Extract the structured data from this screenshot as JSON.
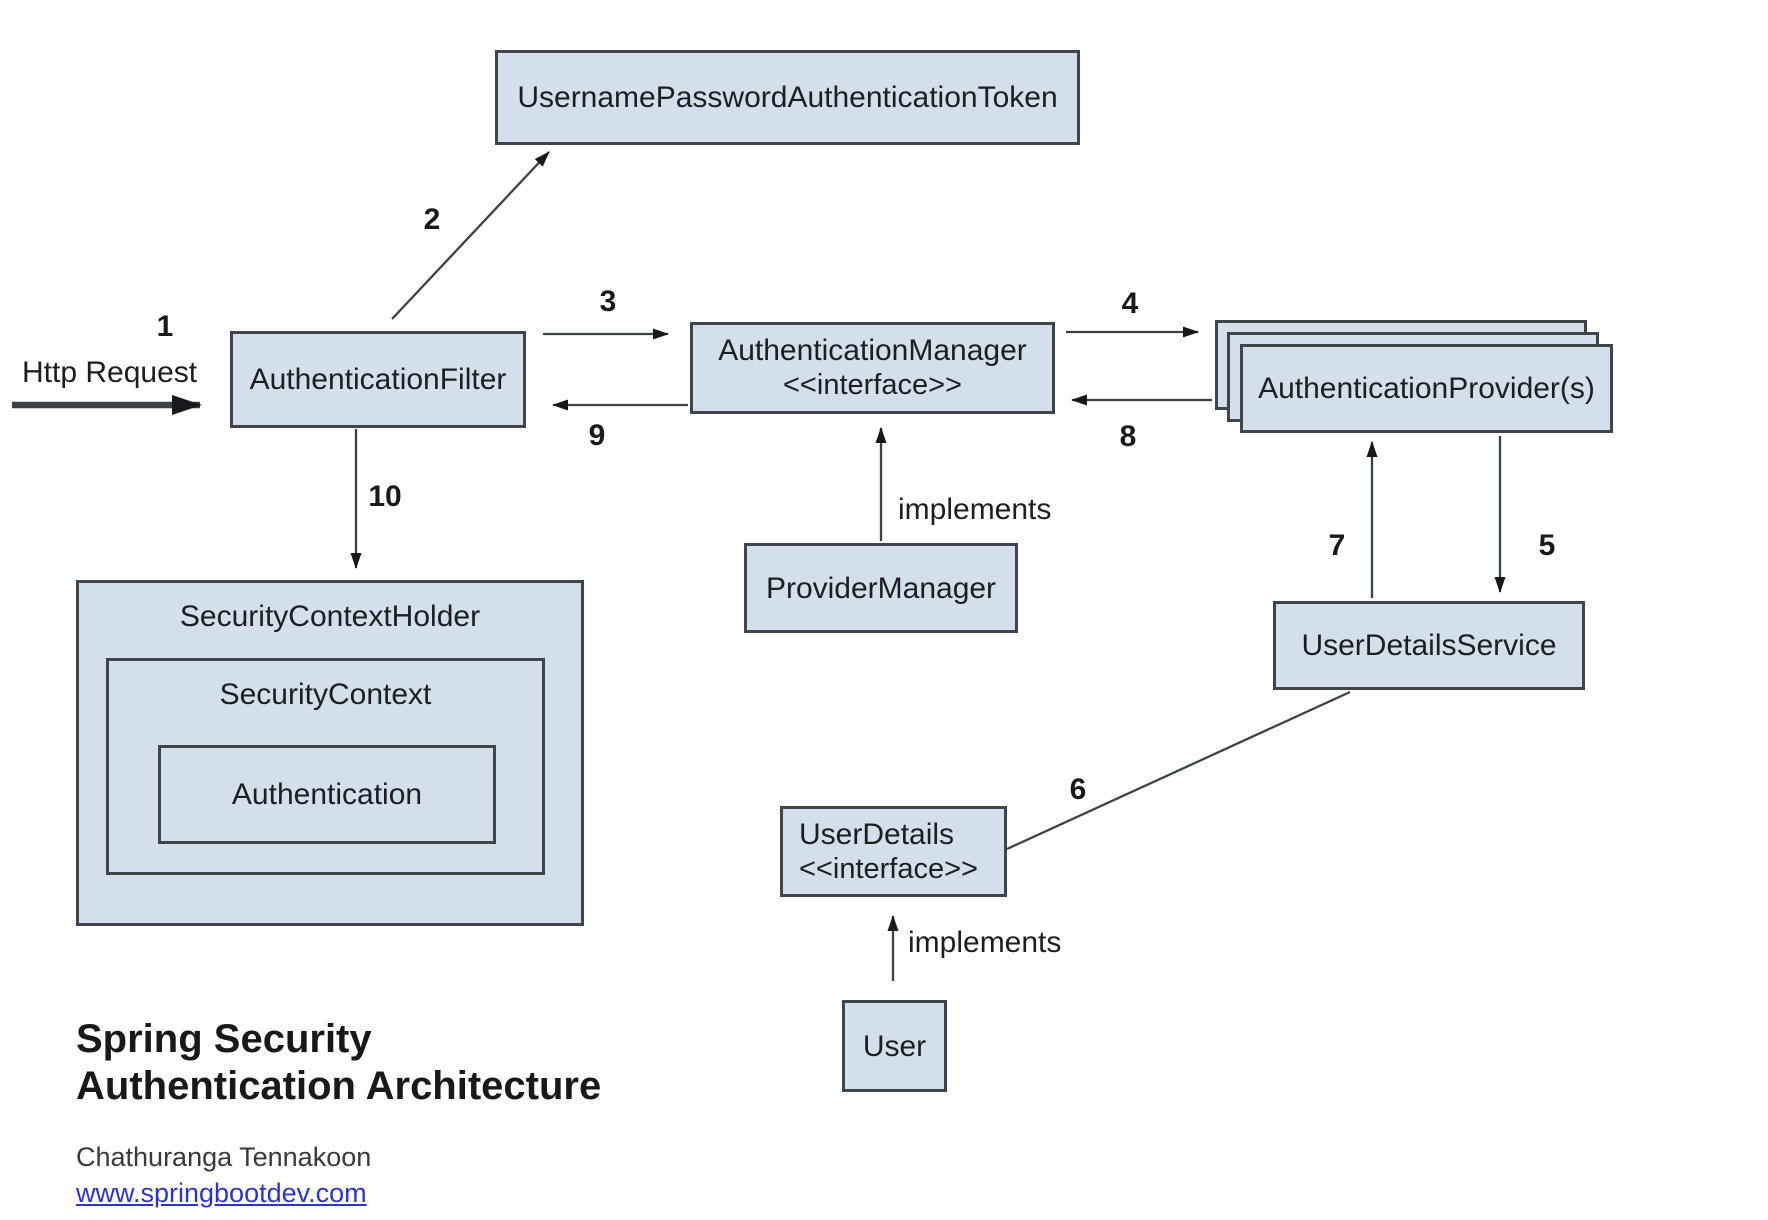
{
  "colors": {
    "background": "#ffffff",
    "box_fill": "#d3dfed",
    "box_border": "#40454c",
    "line": "#3c4148",
    "arrowhead": "#17191c",
    "text": "#1c1e21",
    "link": "#2b35cc",
    "author_text": "#3a3a3a"
  },
  "nodes": {
    "token": {
      "label": "UsernamePasswordAuthenticationToken"
    },
    "filter": {
      "label": "AuthenticationFilter"
    },
    "manager": {
      "label": "AuthenticationManager",
      "stereotype": "<<interface>>"
    },
    "providers": {
      "label": "AuthenticationProvider(s)"
    },
    "provider_manager": {
      "label": "ProviderManager"
    },
    "user_details_service": {
      "label": "UserDetailsService"
    },
    "user_details": {
      "label": "UserDetails",
      "stereotype": "<<interface>>"
    },
    "user": {
      "label": "User"
    },
    "security_context_holder": {
      "label": "SecurityContextHolder"
    },
    "security_context": {
      "label": "SecurityContext"
    },
    "authentication": {
      "label": "Authentication"
    }
  },
  "labels": {
    "http_request": "Http Request",
    "implements_manager": "implements",
    "implements_user": "implements"
  },
  "steps": {
    "n1": "1",
    "n2": "2",
    "n3": "3",
    "n4": "4",
    "n5": "5",
    "n6": "6",
    "n7": "7",
    "n8": "8",
    "n9": "9",
    "n10": "10"
  },
  "footer": {
    "title_line1": "Spring Security",
    "title_line2": "Authentication Architecture",
    "author": "Chathuranga Tennakoon",
    "website": "www.springbootdev.com"
  }
}
